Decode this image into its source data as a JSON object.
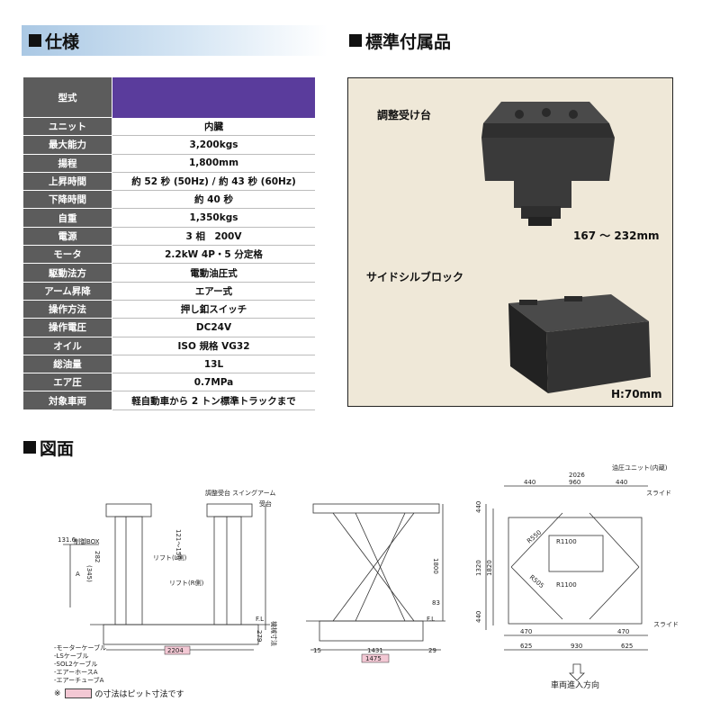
{
  "headers": {
    "spec": "仕様",
    "accessories": "標準付属品",
    "drawings": "図面"
  },
  "spec_rows": [
    {
      "label": "型式",
      "value": ""
    },
    {
      "label": "ユニット",
      "value": "内臓"
    },
    {
      "label": "最大能力",
      "value": "3,200kgs"
    },
    {
      "label": "揚程",
      "value": "1,800mm"
    },
    {
      "label": "上昇時間",
      "value": "約 52 秒 (50Hz) / 約 43 秒 (60Hz)"
    },
    {
      "label": "下降時間",
      "value": "約 40 秒"
    },
    {
      "label": "自重",
      "value": "1,350kgs"
    },
    {
      "label": "電源",
      "value": "3 相　200V"
    },
    {
      "label": "モータ",
      "value": "2.2kW 4P・5 分定格"
    },
    {
      "label": "駆動法方",
      "value": "電動油圧式"
    },
    {
      "label": "アーム昇降",
      "value": "エアー式"
    },
    {
      "label": "操作方法",
      "value": "押し釦スイッチ"
    },
    {
      "label": "操作電圧",
      "value": "DC24V"
    },
    {
      "label": "オイル",
      "value": "ISO 規格 VG32"
    },
    {
      "label": "総油量",
      "value": "13L"
    },
    {
      "label": "エア圧",
      "value": "0.7MPa"
    },
    {
      "label": "対象車両",
      "value": "軽自動車から 2 トン標準トラックまで"
    }
  ],
  "accessories": {
    "adjust_label": "調整受け台",
    "adjust_size": "167 ～ 232mm",
    "sill_label": "サイドシルブロック",
    "sill_size": "H:70mm"
  },
  "front": {
    "top_left": "調整受台",
    "top_right": "スイングアーム",
    "receive": "受台",
    "dim_121": "121～150",
    "dim_131": "131.6",
    "control_box": "制御BOX",
    "dim_282": "282",
    "dim_345": "(345)",
    "mark_a": "A",
    "lift_l": "リフト(L側)",
    "lift_r": "リフト(R側)",
    "fl": "F.L",
    "dim_279": "279",
    "note_v": "機械寸法",
    "dim_2204": "2204",
    "cables": [
      "-モーターケーブル",
      "-LSケーブル",
      "-SOL2ケーブル",
      "-エアーホースA",
      "-エアーチューブA"
    ]
  },
  "side": {
    "dim_1800": "1800",
    "dim_83": "83",
    "fl": "F.L",
    "dim_15": "15",
    "dim_1431": "1431",
    "dim_29": "29",
    "dim_1475": "1475"
  },
  "plan": {
    "dim_2026": "2026",
    "dim_440a": "440",
    "dim_960": "960",
    "dim_440b": "440",
    "oil_unit": "油圧ユニット(内蔵)",
    "slide_top": "スライド",
    "slide_bottom": "スライド",
    "dim_l440a": "440",
    "dim_1320": "1320",
    "dim_1820": "1820",
    "dim_l440b": "440",
    "r1100a": "R1100",
    "r1100b": "R1100",
    "r550": "R550",
    "r505": "R505",
    "dim_470a": "470",
    "dim_470b": "470",
    "dim_625a": "625",
    "dim_930": "930",
    "dim_625b": "625",
    "direction": "車両進入方向"
  },
  "pit_note": {
    "mark": "※",
    "text": "の寸法はピット寸法です"
  }
}
